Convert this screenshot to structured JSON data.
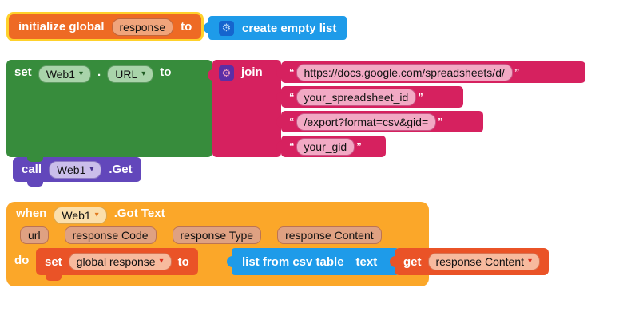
{
  "colors": {
    "variable_orange": "#EE6A24",
    "selection_highlight": "#FFD12B",
    "list_blue": "#1E9BE9",
    "component_green": "#378C3C",
    "text_pink": "#D6215F",
    "procedure_purple": "#6247BB",
    "event_gold": "#FBA729",
    "setter_red": "#EA5327"
  },
  "icons": {
    "gear": "⚙",
    "dropdown_arrow": "▾"
  },
  "blocks": {
    "initialize_global": {
      "label_initialize": "initialize global",
      "name_field": "response",
      "label_to": "to"
    },
    "create_empty_list": {
      "label": "create empty list"
    },
    "set_web_url": {
      "label_set": "set",
      "component": "Web1",
      "separator": ".",
      "property": "URL",
      "label_to": "to"
    },
    "join": {
      "label": "join",
      "quote_open": "“",
      "quote_close": "”",
      "strings": [
        "https://docs.google.com/spreadsheets/d/",
        "your_spreadsheet_id",
        "/export?format=csv&gid=",
        "your_gid"
      ]
    },
    "call_web_get": {
      "label_call": "call",
      "component": "Web1",
      "method": ".Get"
    },
    "when_got_text": {
      "label_when": "when",
      "component": "Web1",
      "event": ".Got Text",
      "params": [
        "url",
        "response Code",
        "response Type",
        "response Content"
      ],
      "label_do": "do"
    },
    "set_global_response": {
      "label_set": "set",
      "variable": "global response",
      "label_to": "to"
    },
    "list_from_csv_table": {
      "label": "list from csv table",
      "arg_label": "text"
    },
    "get_response_content": {
      "label_get": "get",
      "variable": "response Content"
    }
  }
}
